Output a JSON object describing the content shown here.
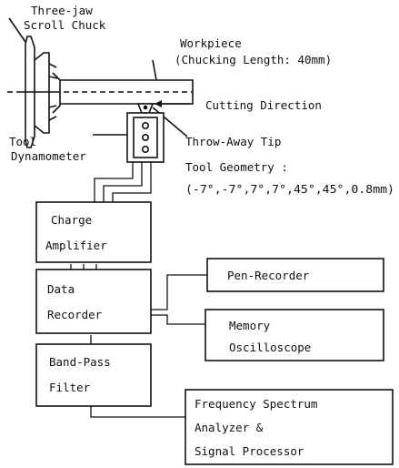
{
  "labels": {
    "chuck_line1": "Three-jaw",
    "chuck_line2": "Scroll Chuck",
    "workpiece_line1": "Workpiece",
    "workpiece_line2": "(Chucking Length: 40mm)",
    "cutting_direction": "Cutting Direction",
    "dynamometer_line1": "Tool",
    "dynamometer_line2": "Dynamometer",
    "tip": "Throw-Away Tip",
    "geometry_line1": "Tool Geometry :",
    "geometry_line2": "(-7°,-7°,7°,7°,45°,45°,0.8mm)"
  },
  "boxes": {
    "charge_amplifier": [
      "Charge",
      "Amplifier"
    ],
    "data_recorder": [
      "Data",
      "Recorder"
    ],
    "band_pass_filter": [
      "Band-Pass",
      "Filter"
    ],
    "pen_recorder": [
      "Pen-Recorder"
    ],
    "memory_oscilloscope": [
      "Memory",
      "Oscilloscope"
    ],
    "spectrum_analyzer": [
      "Frequency Spectrum",
      "Analyzer &",
      "Signal Processor"
    ]
  }
}
